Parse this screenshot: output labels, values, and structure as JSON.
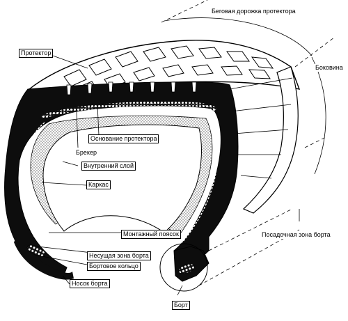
{
  "labels": {
    "tread_track": "Беговая дорожка протектора",
    "tread": "Протектор",
    "sidewall": "Боковина",
    "tread_base": "Основание протектора",
    "breaker": "Брекер",
    "inner_layer": "Внутренний слой",
    "carcass": "Каркас",
    "mounting_belt": "Монтажный поясок",
    "bead_seat_zone": "Посадочная зона борта",
    "bead_bearing_zone": "Несущая зона борта",
    "bead_ring": "Бортовое кольцо",
    "bead_toe": "Носок борта",
    "bead": "Борт"
  }
}
